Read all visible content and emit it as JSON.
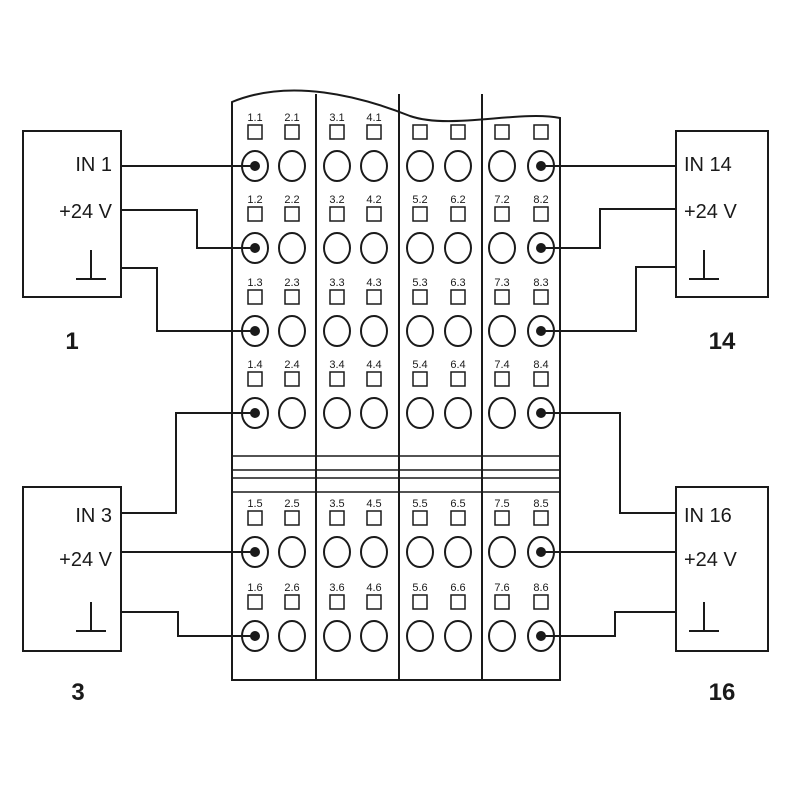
{
  "colors": {
    "line": "#1a1a1a",
    "background": "#ffffff"
  },
  "terminal_labels": [
    [
      "1.1",
      "2.1",
      "3.1",
      "4.1",
      "",
      "",
      "",
      ""
    ],
    [
      "1.2",
      "2.2",
      "3.2",
      "4.2",
      "5.2",
      "6.2",
      "7.2",
      "8.2"
    ],
    [
      "1.3",
      "2.3",
      "3.3",
      "4.3",
      "5.3",
      "6.3",
      "7.3",
      "8.3"
    ],
    [
      "1.4",
      "2.4",
      "3.4",
      "4.4",
      "5.4",
      "6.4",
      "7.4",
      "8.4"
    ],
    [
      "1.5",
      "2.5",
      "3.5",
      "4.5",
      "5.5",
      "6.5",
      "7.5",
      "8.5"
    ],
    [
      "1.6",
      "2.6",
      "3.6",
      "4.6",
      "5.6",
      "6.6",
      "7.6",
      "8.6"
    ]
  ],
  "devices": [
    {
      "id": "1",
      "number": "1",
      "signal": "IN 1",
      "supply": "+24 V",
      "ground_symbol": "⊥",
      "icon": "ground-symbol"
    },
    {
      "id": "14",
      "number": "14",
      "signal": "IN 14",
      "supply": "+24 V",
      "ground_symbol": "⊥",
      "icon": "ground-symbol"
    },
    {
      "id": "3",
      "number": "3",
      "signal": "IN 3",
      "supply": "+24 V",
      "ground_symbol": "⊥",
      "icon": "ground-symbol"
    },
    {
      "id": "16",
      "number": "16",
      "signal": "IN 16",
      "supply": "+24 V",
      "ground_symbol": "⊥",
      "icon": "ground-symbol"
    }
  ]
}
